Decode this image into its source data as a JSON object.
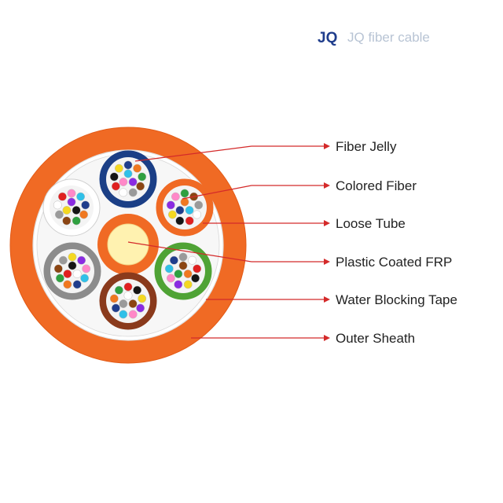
{
  "watermark": {
    "logo_text": "JQ",
    "text": "JQ fiber cable"
  },
  "labels": [
    {
      "id": "fiber-jelly",
      "text": "Fiber Jelly"
    },
    {
      "id": "colored-fiber",
      "text": "Colored Fiber"
    },
    {
      "id": "loose-tube",
      "text": "Loose Tube"
    },
    {
      "id": "plastic-coated-frp",
      "text": "Plastic Coated FRP"
    },
    {
      "id": "water-blocking-tape",
      "text": "Water Blocking Tape"
    },
    {
      "id": "outer-sheath",
      "text": "Outer Sheath"
    }
  ],
  "colors": {
    "sheath": "#f06a24",
    "sheath_edge": "#e25a16",
    "leader_line": "#d42a2a",
    "frp_core": "#fff2b0",
    "frp_coating": "#f06a24"
  },
  "tubes": [
    {
      "name": "blue",
      "color": "#1b3f86"
    },
    {
      "name": "orange",
      "color": "#f06a24"
    },
    {
      "name": "green",
      "color": "#4fa335"
    },
    {
      "name": "brown",
      "color": "#8a3a1c"
    },
    {
      "name": "gray",
      "color": "#8c8c8c"
    },
    {
      "name": "white",
      "color": "#ffffff"
    }
  ],
  "fiber_colors": [
    "#1f3d8c",
    "#f07820",
    "#2fa040",
    "#8b4513",
    "#9a9a9a",
    "#ffffff",
    "#e02020",
    "#151515",
    "#f4d821",
    "#8a2be2",
    "#ff88c8",
    "#30c0e8"
  ]
}
